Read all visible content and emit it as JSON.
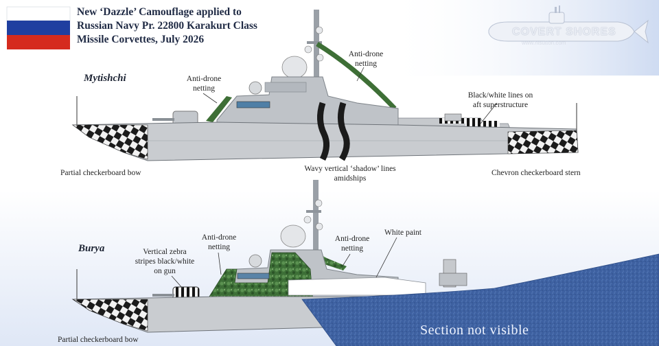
{
  "title": {
    "line1": "New ‘Dazzle’ Camouflage applied to",
    "line2": "Russian Navy Pr. 22800 Karakurt Class",
    "line3": "Missile Corvettes, July 2026"
  },
  "logo": {
    "text": "COVERT SHORES",
    "url": "www.hisutton.com"
  },
  "ships": [
    {
      "name": "Mytishchi"
    },
    {
      "name": "Burya"
    }
  ],
  "annotations": {
    "top_antidrone_left": [
      "Anti-drone",
      "netting"
    ],
    "top_antidrone_mast": [
      "Anti-drone",
      "netting"
    ],
    "top_aft_lines": [
      "Black/white lines on",
      "aft superstructure"
    ],
    "top_bow": "Partial checkerboard bow",
    "top_wavy": [
      "Wavy vertical ‘shadow’ lines",
      "amidships"
    ],
    "top_stern": "Chevron checkerboard stern",
    "bottom_zebra": [
      "Vertical zebra",
      "stripes black/white",
      "on gun"
    ],
    "bottom_antidrone_left": [
      "Anti-drone",
      "netting"
    ],
    "bottom_antidrone_right": [
      "Anti-drone",
      "netting"
    ],
    "bottom_white_paint": "White paint",
    "bottom_bow": "Partial checkerboard bow",
    "section_not_visible": "Section not visible"
  },
  "colors": {
    "hull_gray": "#c9ccd0",
    "superstructure_gray": "#bfc3c8",
    "dark": "#1b1b1b",
    "netting_green": "#3e7a3a",
    "sea_blue": "#3b5d9c",
    "sky_gradient": "#cfdcf2",
    "flag_white": "#ffffff",
    "flag_blue": "#1f3fa0",
    "flag_red": "#d52b1e"
  }
}
